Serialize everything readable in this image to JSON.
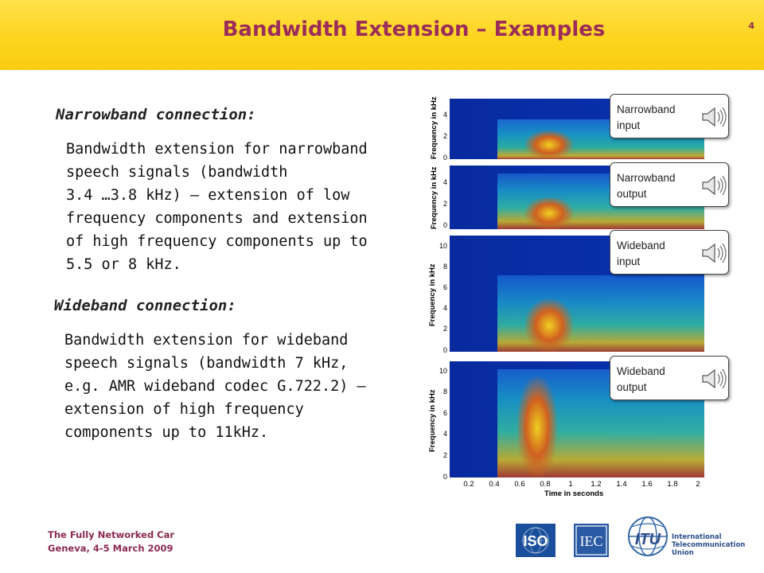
{
  "header": {
    "title": "Bandwidth Extension – Examples",
    "page_number": "4",
    "color": "#f7d21a",
    "title_color": "#9b2d5a"
  },
  "narrowband": {
    "heading": "Narrowband connection:",
    "lines": [
      "Bandwidth extension for narrowband",
      "speech signals (bandwidth",
      "3.4 …3.8 kHz) – extension of low",
      "frequency components and extension",
      "of high frequency components up to",
      "5.5 or 8 kHz."
    ]
  },
  "wideband": {
    "heading": "Wideband connection:",
    "lines": [
      "Bandwidth extension for wideband",
      "speech signals (bandwidth 7 kHz,",
      "e.g. AMR wideband codec G.722.2) –",
      "extension of high frequency",
      "components up to 11kHz."
    ]
  },
  "spectrograms": {
    "ylabel": "Frequency in kHz",
    "xlabel": "Time in seconds",
    "x_ticks": [
      "0.2",
      "0.4",
      "0.6",
      "0.8",
      "1",
      "1.2",
      "1.4",
      "1.6",
      "1.8",
      "2"
    ],
    "nb_ticks": [
      "4",
      "2",
      "0"
    ],
    "wb_ticks": [
      "10",
      "8",
      "6",
      "4",
      "2",
      "0"
    ]
  },
  "callouts": [
    {
      "line1": "Narrowband",
      "line2": "input",
      "icon": "speaker-icon"
    },
    {
      "line1": "Narrowband",
      "line2": "output",
      "icon": "speaker-icon"
    },
    {
      "line1": "Wideband",
      "line2": "input",
      "icon": "speaker-icon"
    },
    {
      "line1": "Wideband",
      "line2": "output",
      "icon": "speaker-icon"
    }
  ],
  "footer": {
    "line1": "The Fully Networked Car",
    "line2": "Geneva, 4-5 March 2009",
    "logos": {
      "iso": "ISO",
      "iec": "IEC",
      "itu": "ITU",
      "itu_name": [
        "International",
        "Telecommunication",
        "Union"
      ]
    }
  }
}
